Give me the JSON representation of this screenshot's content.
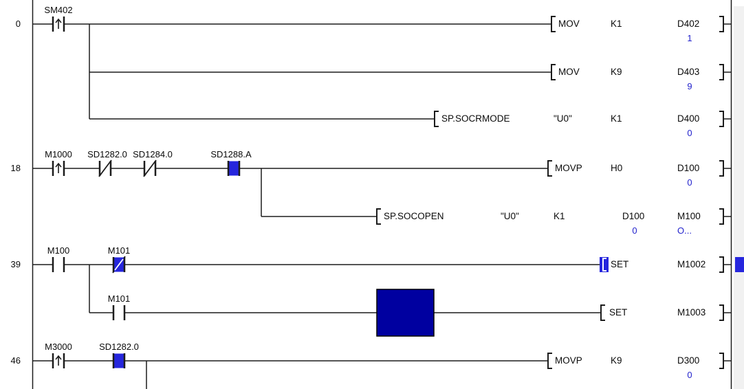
{
  "colors": {
    "wire": "#1c1c1c",
    "value": "#2222cc",
    "active": "#2626dd",
    "cursor": "#0000a0",
    "scrollbar": "#f1f1f1"
  },
  "rungs": [
    {
      "number": "0",
      "contacts": [
        {
          "label": "SM402",
          "type": "rising-edge-pulse"
        }
      ],
      "instructions": [
        {
          "op": "MOV",
          "args": [
            "K1",
            "D402"
          ],
          "value": "1"
        },
        {
          "op": "MOV",
          "args": [
            "K9",
            "D403"
          ],
          "value": "9"
        },
        {
          "op": "SP.SOCRMODE",
          "args": [
            "\"U0\"",
            "K1",
            "D400"
          ],
          "value": "0"
        }
      ]
    },
    {
      "number": "18",
      "contacts": [
        {
          "label": "M1000",
          "type": "rising-edge-pulse"
        },
        {
          "label": "SD1282.0",
          "type": "normally-closed"
        },
        {
          "label": "SD1284.0",
          "type": "normally-closed"
        },
        {
          "label": "SD1288.A",
          "type": "normally-open",
          "state": "on"
        }
      ],
      "instructions": [
        {
          "op": "MOVP",
          "args": [
            "H0",
            "D100"
          ],
          "value": "0"
        },
        {
          "op": "SP.SOCOPEN",
          "args": [
            "\"U0\"",
            "K1",
            "D100",
            "M100"
          ],
          "value_d100": "0",
          "value_m100": "O..."
        }
      ]
    },
    {
      "number": "39",
      "contacts": [
        {
          "label": "M100",
          "type": "normally-open"
        },
        {
          "label": "M101",
          "type": "normally-closed",
          "state": "on"
        },
        {
          "label": "M101",
          "type": "normally-open"
        }
      ],
      "instructions": [
        {
          "op": "SET",
          "args": [
            "M1002"
          ]
        },
        {
          "op": "SET",
          "args": [
            "M1003"
          ]
        }
      ]
    },
    {
      "number": "46",
      "contacts": [
        {
          "label": "M3000",
          "type": "rising-edge-pulse"
        },
        {
          "label": "SD1282.0",
          "type": "normally-open",
          "state": "on"
        }
      ],
      "instructions": [
        {
          "op": "MOVP",
          "args": [
            "K9",
            "D300"
          ],
          "value": "0"
        }
      ]
    }
  ]
}
